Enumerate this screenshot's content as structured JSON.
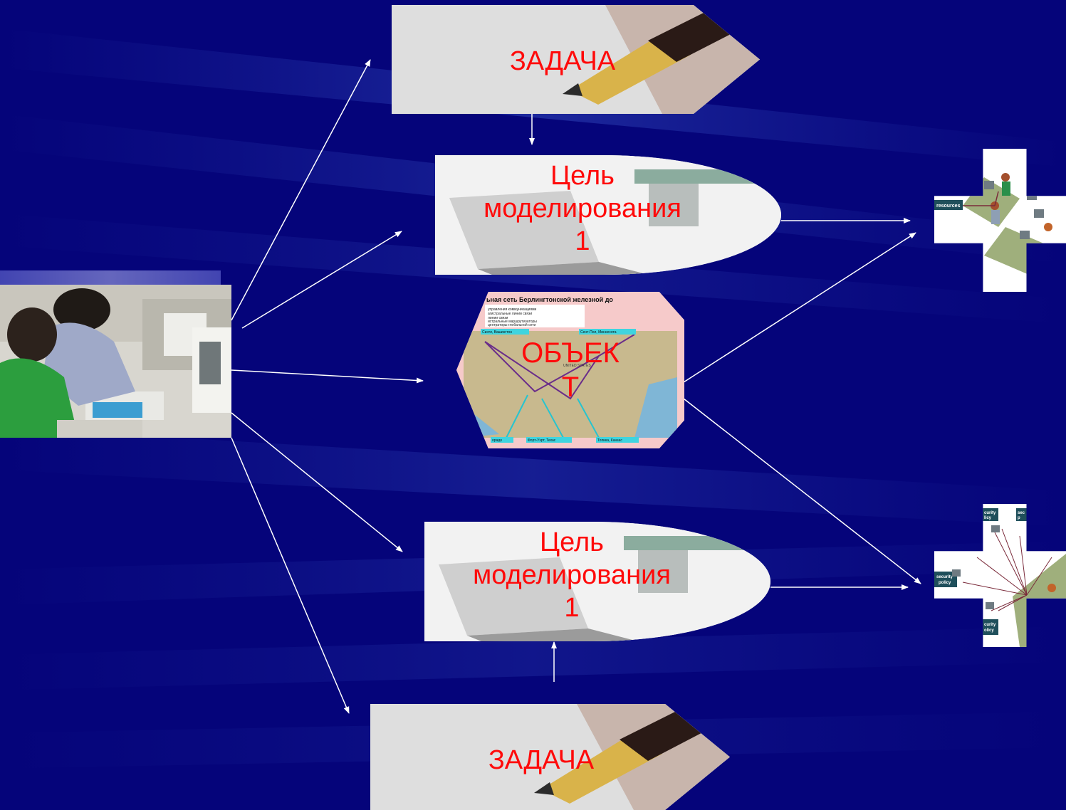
{
  "diagram": {
    "task_top": {
      "label": "ЗАДАЧА"
    },
    "goal_top": {
      "label_line1": "Цель",
      "label_line2": "моделирования",
      "label_line3": "1"
    },
    "object": {
      "label_line1": "ОБЪЕК",
      "label_line2": "Т"
    },
    "goal_bottom": {
      "label_line1": "Цель",
      "label_line2": "моделирования",
      "label_line3": "1"
    },
    "task_bottom": {
      "label": "ЗАДАЧА"
    },
    "map": {
      "title": "ьная сеть Берлингтонской железной до",
      "legend": [
        "управления коммуникациями",
        "агистральные линии связи",
        "линии связи",
        "истральные маршрутизаторы",
        "центраторы глобальной сети"
      ],
      "cities": [
        "Сиэтл, Вашингтон",
        "Сент-Пол, Миннесота",
        "орадо",
        "Форт-Уэрт, Техас",
        "Топика, Канзас"
      ],
      "country": "UNITED STATES"
    },
    "result_top": {
      "tag": "resources"
    },
    "result_bottom": {
      "tags": [
        "curity",
        "licy",
        "sec",
        "p",
        "security",
        "policy",
        "curity",
        "olicy"
      ]
    }
  },
  "colors": {
    "background": "#05047a",
    "label": "#ff0a0a",
    "arrow": "#ffffff"
  }
}
